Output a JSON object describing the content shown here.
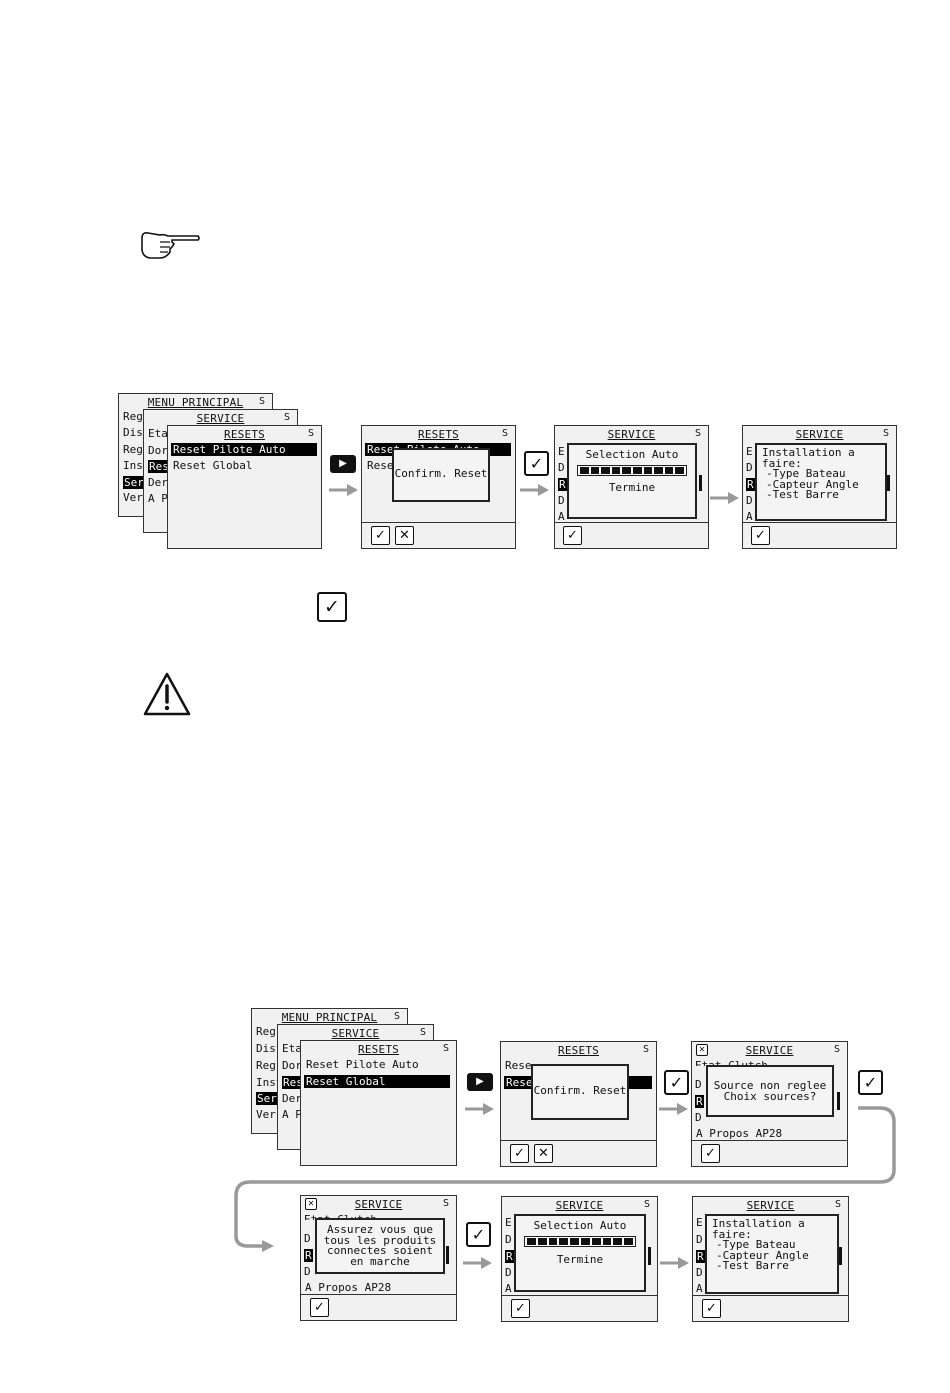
{
  "labels": {
    "menu_principal": "MENU PRINCIPAL",
    "service": "SERVICE",
    "resets": "RESETS",
    "s": "S",
    "reset_pilote_auto": "Reset Pilote Auto",
    "reset_global": "Reset Global",
    "confirm_reset": "Confirm. Reset",
    "selection_auto": "Selection Auto",
    "termine": "Termine",
    "installation_title": "Installation a faire:",
    "type_bateau": "-Type Bateau",
    "capteur_angle": "-Capteur Angle",
    "test_barre": "-Test Barre",
    "source_line1": "Source non reglee",
    "source_line2": "Choix sources?",
    "assurez_line1": "Assurez vous que",
    "assurez_line2": "tous les produits",
    "assurez_line3": "connectes soient",
    "assurez_line4": "en marche",
    "a_propos": "A Propos AP28",
    "menu_sliver": [
      "Reg",
      "Dist",
      "Reg",
      "Inst",
      "Ser",
      "Ver"
    ],
    "service_sliver": [
      "Eta",
      "Dor",
      "Res",
      "Der",
      "A P"
    ],
    "resets_sliver": [
      "Rese",
      "Rese"
    ],
    "service_letters": [
      "E",
      "D",
      "R",
      "D",
      "A"
    ],
    "service_letters_short": [
      "E",
      "D",
      "R",
      "D"
    ],
    "etat_clutch": "Etat Clutch"
  },
  "icons": {
    "check": "✓",
    "cross": "✕",
    "play": "▶",
    "pointing_hand": "☞",
    "warning": "⚠"
  }
}
